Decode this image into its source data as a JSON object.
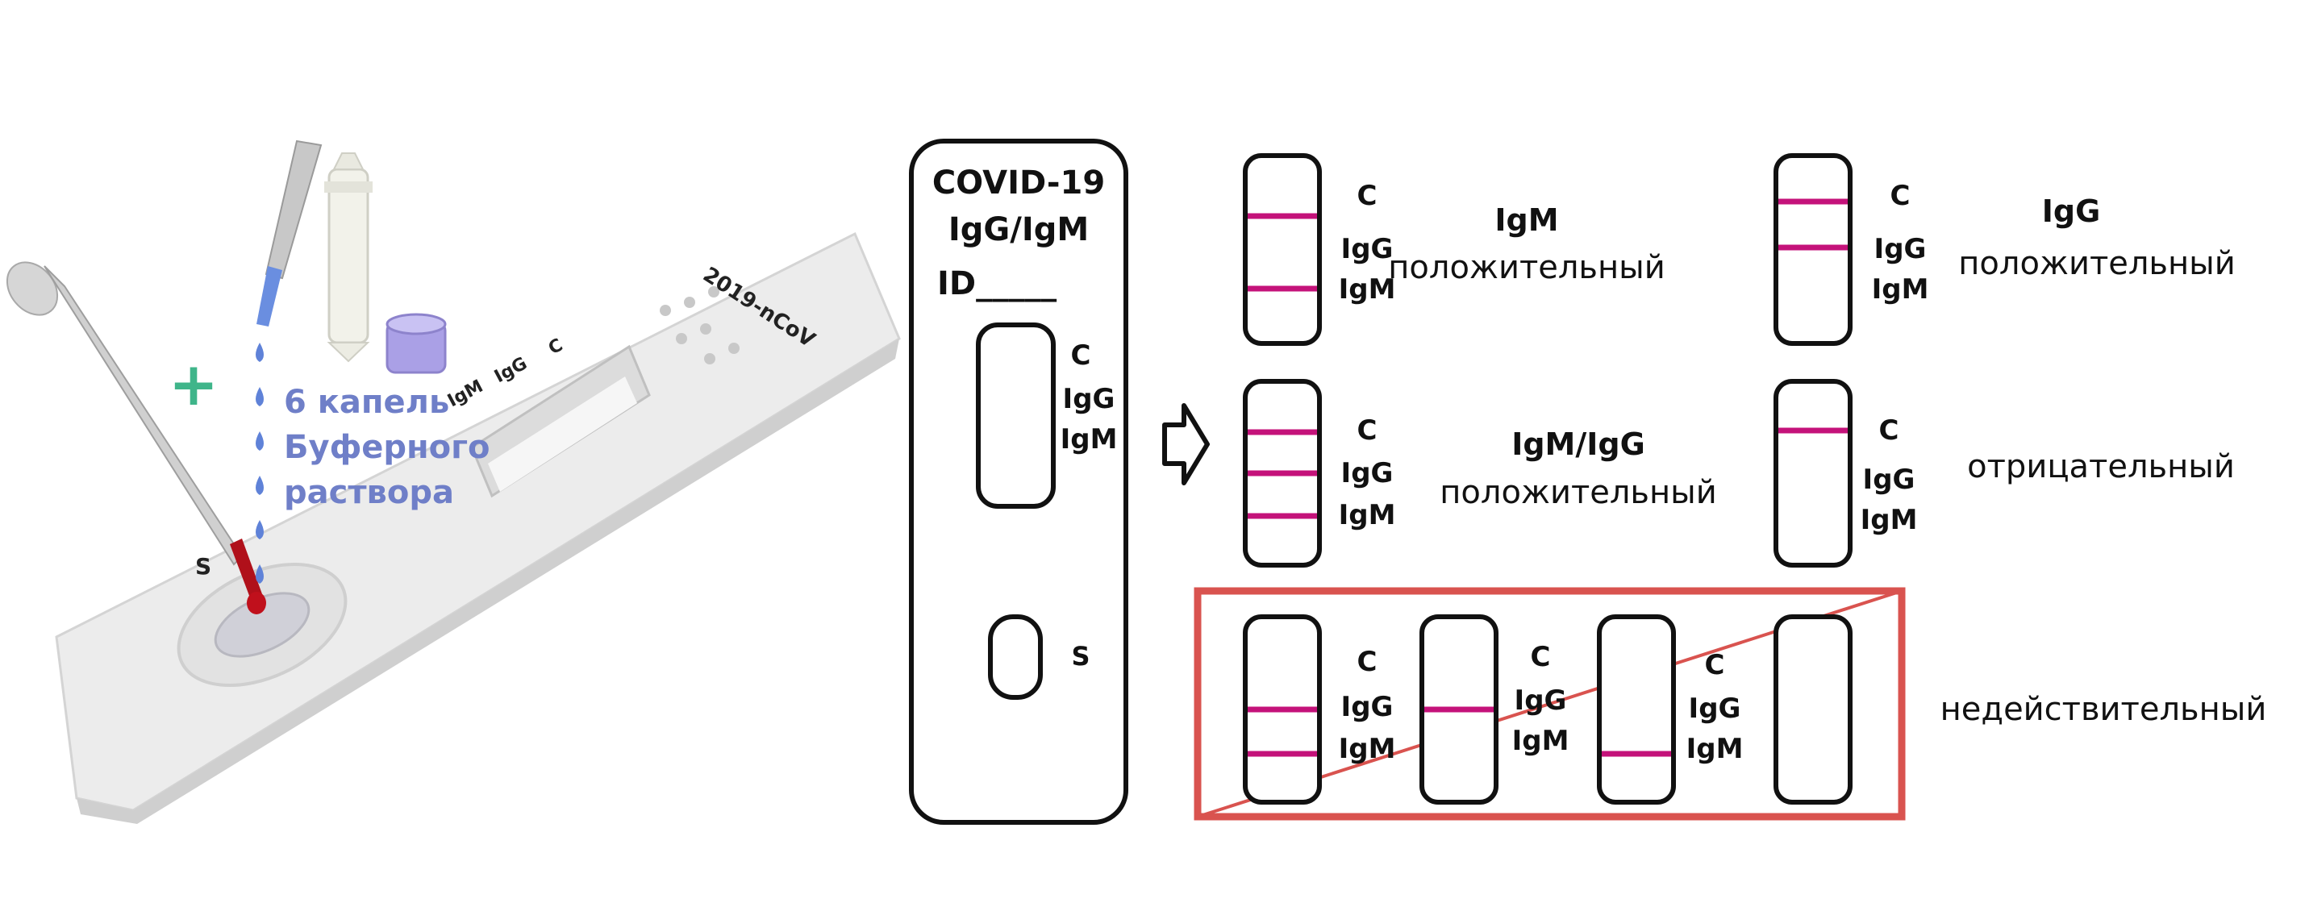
{
  "photo": {
    "plus_sign": "+",
    "buffer_note": [
      "6 капель",
      "Буферного",
      "раствора"
    ],
    "device_brand": "2019-nCoV",
    "device_labels": {
      "c": "C",
      "igg": "IgG",
      "igm": "IgM",
      "s": "S"
    }
  },
  "cassette": {
    "title_lines": [
      "COVID-19",
      "IgG/IgM"
    ],
    "id_label": "ID_____",
    "window_labels": [
      "C",
      "IgG",
      "IgM"
    ],
    "sample_label": "S"
  },
  "results": [
    {
      "labels": [
        "C",
        "IgG",
        "IgM"
      ],
      "result_lines": [
        "IgM",
        "положительный"
      ]
    },
    {
      "labels": [
        "C",
        "IgG",
        "IgM"
      ],
      "result_lines": [
        "IgG",
        "положительный"
      ]
    },
    {
      "labels": [
        "C",
        "IgG",
        "IgM"
      ],
      "result_lines": [
        "IgM/IgG",
        "положительный"
      ]
    },
    {
      "labels": [
        "C",
        "IgG",
        "IgM"
      ],
      "result_lines": [
        "отрицательный"
      ]
    }
  ],
  "invalid": {
    "strips": [
      {
        "labels": [
          "C",
          "IgG",
          "IgM"
        ]
      },
      {
        "labels": [
          "C",
          "IgG",
          "IgM"
        ]
      },
      {
        "labels": [
          "C",
          "IgG",
          "IgM"
        ]
      },
      {
        "labels": []
      }
    ],
    "result_label": "недействительный"
  },
  "colors": {
    "test_line": "#c4127a",
    "frame": "#111111",
    "invalid_box": "#d9534f",
    "buffer_text": "#6f7fc8",
    "blood": "#b0101a",
    "drop": "#5f82d8",
    "plus": "#3fb58a"
  }
}
